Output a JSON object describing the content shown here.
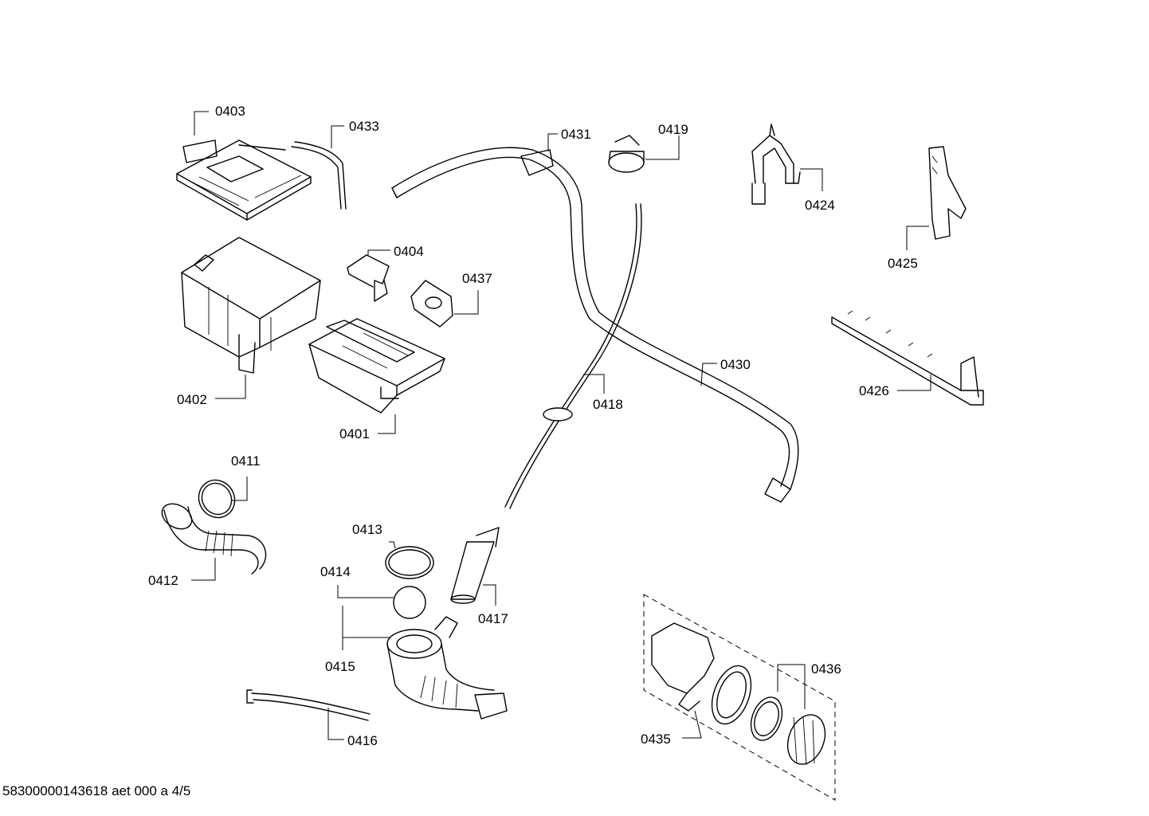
{
  "labels": {
    "p0401": "0401",
    "p0402": "0402",
    "p0403": "0403",
    "p0404": "0404",
    "p0411": "0411",
    "p0412": "0412",
    "p0413": "0413",
    "p0414": "0414",
    "p0415": "0415",
    "p0416": "0416",
    "p0417": "0417",
    "p0418": "0418",
    "p0419": "0419",
    "p0424": "0424",
    "p0425": "0425",
    "p0426": "0426",
    "p0430": "0430",
    "p0431": "0431",
    "p0433": "0433",
    "p0435": "0435",
    "p0436": "0436",
    "p0437": "0437"
  },
  "footer": "58300000143618 aet 000 a 4/5"
}
